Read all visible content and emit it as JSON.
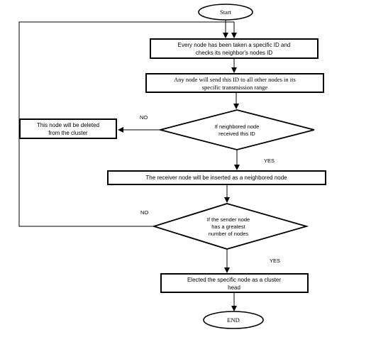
{
  "flowchart": {
    "start": "Start",
    "end": "END",
    "step1": {
      "line1": "Every node has been taken a specific ID and",
      "line2": "checks its neighbor's nodes ID"
    },
    "step2": {
      "line1": "Any node will send this ID to all other nodes in its",
      "line2": "specific transmission range"
    },
    "decision1": {
      "line1": "If neighbored node",
      "line2": "received this ID"
    },
    "delete_box": {
      "line1": "This node  will be deleted",
      "line2": "from the cluster"
    },
    "step3": {
      "line1": "The receiver node will be inserted as a neighbored  node"
    },
    "decision2": {
      "line1": "If the sender node",
      "line2": "has a greatest",
      "line3": "number  of nodes"
    },
    "step4": {
      "line1": "Elected the specific node as a cluster",
      "line2": "head"
    },
    "labels": {
      "no1": "NO",
      "yes1": "YES",
      "no2": "NO",
      "yes2": "YES"
    }
  }
}
